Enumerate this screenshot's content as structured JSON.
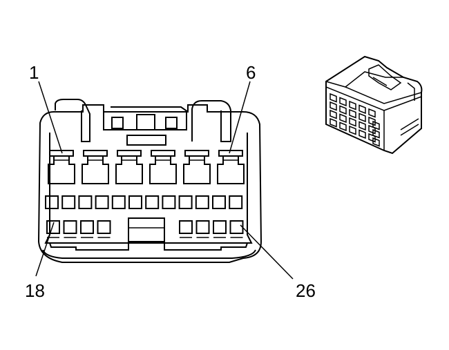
{
  "labels": {
    "pin_top_left": "1",
    "pin_top_right": "6",
    "pin_bottom_left": "18",
    "pin_bottom_right": "26"
  },
  "connector": {
    "large_row_count": 6,
    "small_row1_count": 12,
    "small_row2_left_count": 4,
    "small_row2_right_count": 4
  },
  "colors": {
    "line": "#000000",
    "background": "#ffffff"
  }
}
